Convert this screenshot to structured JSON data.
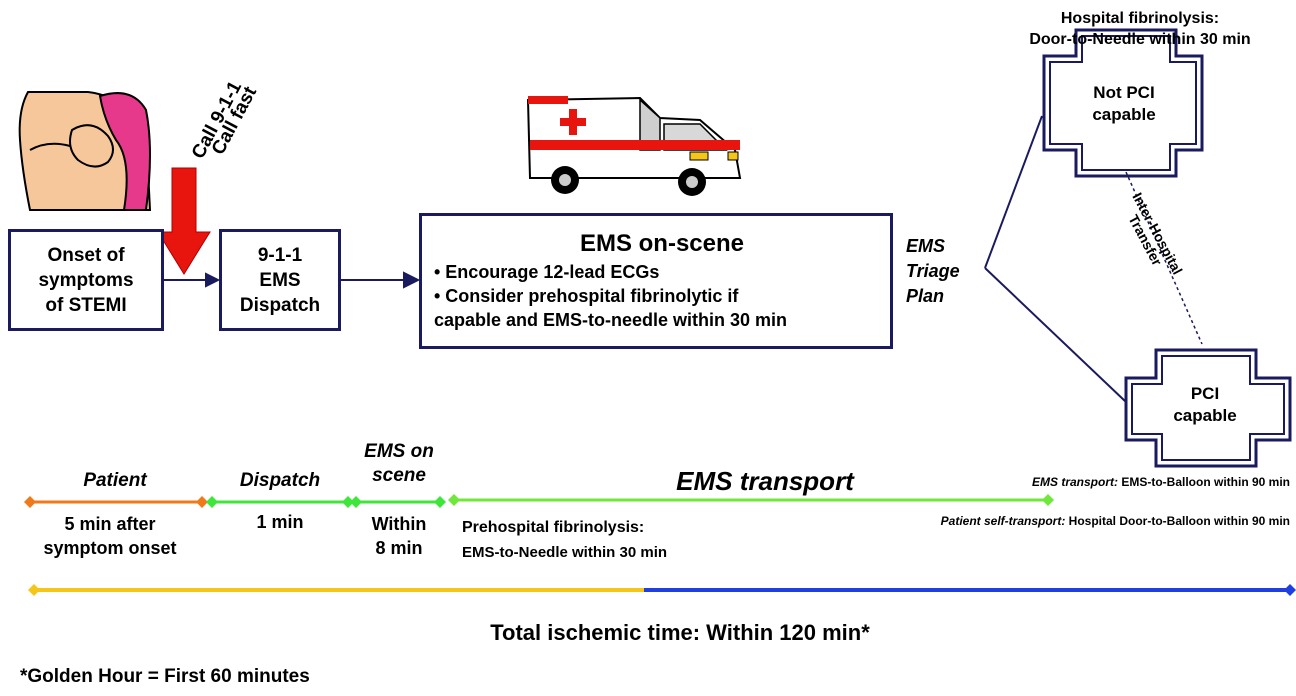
{
  "call_note": {
    "line1": "Call 9-1-1",
    "line2": "Call fast"
  },
  "steps": {
    "onset": {
      "line1": "Onset of",
      "line2": "symptoms",
      "line3": "of STEMI"
    },
    "dispatch": {
      "line1": "9-1-1",
      "line2": "EMS",
      "line3": "Dispatch"
    },
    "ems_on_scene": {
      "title": "EMS on-scene",
      "bullet1": "• Encourage 12-lead ECGs",
      "bullet2_line1": "• Consider prehospital fibrinolytic if",
      "bullet2_line2": "capable and EMS-to-needle within 30 min"
    },
    "triage": {
      "line1": "EMS",
      "line2": "Triage",
      "line3": "Plan"
    }
  },
  "hospitals": {
    "fibrinolysis_line1": "Hospital fibrinolysis:",
    "fibrinolysis_line2": "Door-to-Needle within 30 min",
    "not_pci_line1": "Not PCI",
    "not_pci_line2": "capable",
    "pci_line1": "PCI",
    "pci_line2": "capable",
    "transfer_line1": "Inter-Hospital",
    "transfer_line2": "Transfer"
  },
  "timeline": {
    "patient": {
      "label": "Patient",
      "line1": "5 min after",
      "line2": "symptom onset",
      "color": "#f07a1a"
    },
    "dispatch": {
      "label": "Dispatch",
      "time": "1 min",
      "color": "#3ee63a"
    },
    "on_scene": {
      "label_line1": "EMS on",
      "label_line2": "scene",
      "time_line1": "Within",
      "time_line2": "8 min",
      "color": "#3ee63a"
    },
    "transport": {
      "label": "EMS transport",
      "color": "#6fe83a",
      "prehospital_line1": "Prehospital fibrinolysis:",
      "prehospital_line2": "EMS-to-Needle within 30 min",
      "ems_note_label": "EMS transport:",
      "ems_note_value": " EMS-to-Balloon within 90 min",
      "self_note_label": "Patient self-transport:",
      "self_note_value": " Hospital Door-to-Balloon within 90 min"
    }
  },
  "total": {
    "label": "Total ischemic time: Within 120 min*",
    "golden_hour_color": "#f5c518",
    "remaining_color": "#1f3fe0"
  },
  "footnote": "*Golden Hour = First 60 minutes",
  "colors": {
    "navy": "#1a1a5e",
    "arrow_red": "#e8150f",
    "skin": "#f5c79a",
    "pain": "#e6398c"
  }
}
